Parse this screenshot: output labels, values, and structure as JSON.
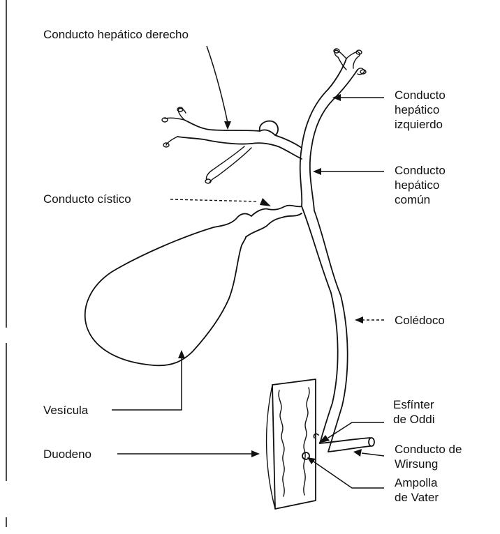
{
  "labels": {
    "hepatico_derecho": "Conducto hepático derecho",
    "hepatico_izquierdo": [
      "Conducto",
      "hepático",
      "izquierdo"
    ],
    "hepatico_comun": [
      "Conducto",
      "hepático",
      "común"
    ],
    "cistico": "Conducto cístico",
    "coledoco": "Colédoco",
    "vesicula": "Vesícula",
    "esfinter": [
      "Esfínter",
      "de Oddi"
    ],
    "duodeno": "Duodeno",
    "wirsung": [
      "Conducto de",
      "Wirsung"
    ],
    "ampolla": [
      "Ampolla",
      "de Vater"
    ]
  }
}
